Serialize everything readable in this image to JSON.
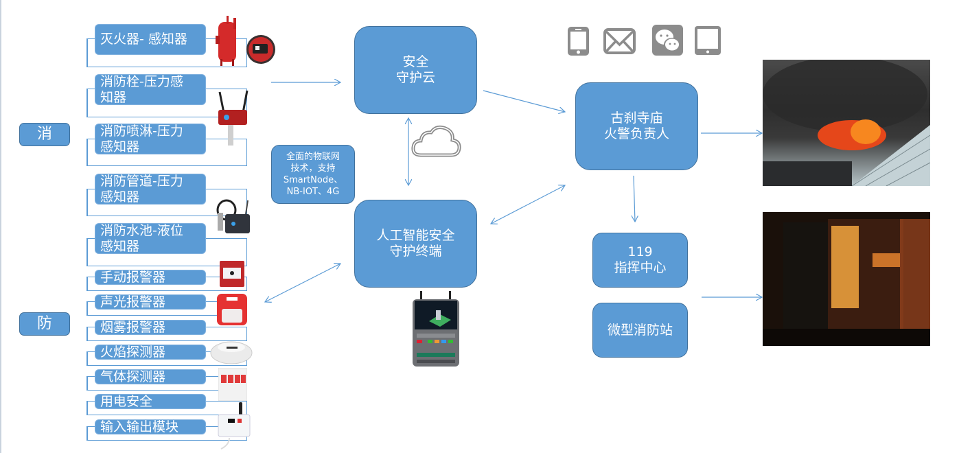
{
  "categories": [
    {
      "label": "消"
    },
    {
      "label": "防"
    }
  ],
  "devices": [
    {
      "label": "灭火器- 感知器"
    },
    {
      "label": "消防栓-压力感知器"
    },
    {
      "label": "消防喷淋-压力感知器"
    },
    {
      "label": "消防管道-压力感知器"
    },
    {
      "label": "消防水池-液位感知器"
    },
    {
      "label": "手动报警器"
    },
    {
      "label": "声光报警器"
    },
    {
      "label": "烟雾报警器"
    },
    {
      "label": "火焰探测器"
    },
    {
      "label": "气体探测器"
    },
    {
      "label": "用电安全"
    },
    {
      "label": "输入输出模块"
    }
  ],
  "hubs": {
    "cloud": {
      "line1": "安全",
      "line2": "守护云"
    },
    "terminal": {
      "line1": "人工智能安全",
      "line2": "守护终端"
    },
    "iot_note": {
      "line1": "全面的物联网",
      "line2": "技术，支持",
      "line3": "SmartNode、",
      "line4": "NB-IOT、4G"
    },
    "responsible": {
      "line1": "古刹寺庙",
      "line2": "火警负责人"
    },
    "command": {
      "line1": "119",
      "line2": "指挥中心"
    },
    "station": {
      "line1": "微型消防站"
    }
  },
  "notify_icons": [
    "phone-icon",
    "mail-icon",
    "wechat-icon",
    "tablet-icon"
  ],
  "colors": {
    "box_fill": "#5b9bd5",
    "box_border": "#41719c",
    "arrow": "#5b9bd5",
    "icon_gray": "#8c8c8c"
  }
}
